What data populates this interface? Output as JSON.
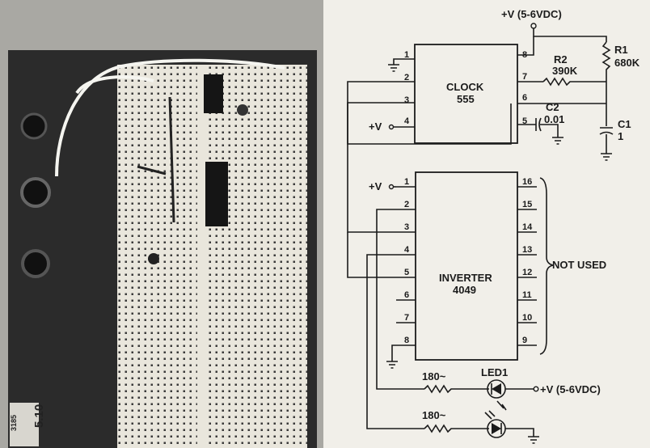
{
  "supply": {
    "top_label": "+V (5-6VDC)",
    "led_label": "+V (5-6VDC)",
    "vplus_label": "+V"
  },
  "clock": {
    "name": "CLOCK",
    "part": "555",
    "pins_left": [
      "1",
      "2",
      "3",
      "4"
    ],
    "pins_right": [
      "8",
      "7",
      "6",
      "5"
    ]
  },
  "inverter": {
    "name": "INVERTER",
    "part": "4049",
    "pins_left": [
      "1",
      "2",
      "3",
      "4",
      "5",
      "6",
      "7",
      "8"
    ],
    "pins_right": [
      "16",
      "15",
      "14",
      "13",
      "12",
      "11",
      "10",
      "9"
    ],
    "not_used_label": "NOT USED"
  },
  "components": {
    "r1": {
      "ref": "R1",
      "value": "680K"
    },
    "r2": {
      "ref": "R2",
      "value": "390K"
    },
    "c1": {
      "ref": "C1",
      "value": "1"
    },
    "c2": {
      "ref": "C2",
      "value": "0.01"
    },
    "r_led1": {
      "value": "180~"
    },
    "r_led2": {
      "value": "180~"
    },
    "led1": {
      "ref": "LED1"
    }
  },
  "photo": {
    "sticker_text": [
      "3185",
      "5.10"
    ]
  },
  "colors": {
    "ink": "#1b1b1b",
    "paper": "#f1efe9",
    "board": "#e9e6dc",
    "backplate": "#2b2b2b"
  }
}
